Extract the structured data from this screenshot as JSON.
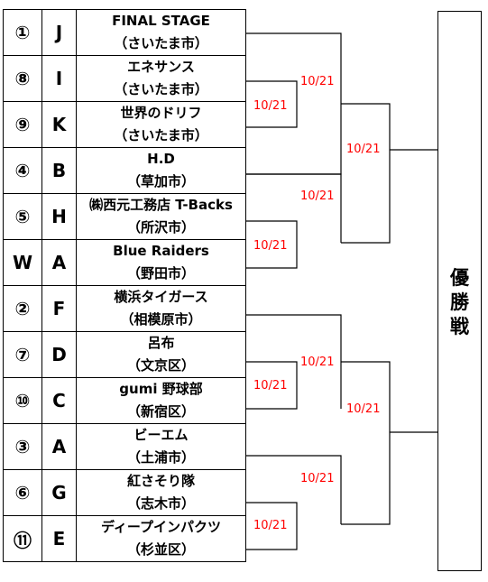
{
  "teams": [
    {
      "seed": "①",
      "letter": "J",
      "name": "FINAL STAGE",
      "city": "（さいたま市）"
    },
    {
      "seed": "⑧",
      "letter": "I",
      "name": "エネサンス",
      "city": "（さいたま市）"
    },
    {
      "seed": "⑨",
      "letter": "K",
      "name": "世界のドリフ",
      "city": "（さいたま市）"
    },
    {
      "seed": "④",
      "letter": "B",
      "name": "H.D",
      "city": "（草加市）"
    },
    {
      "seed": "⑤",
      "letter": "H",
      "name": "㈱西元工務店 T-Backs",
      "city": "（所沢市）"
    },
    {
      "seed": "W",
      "letter": "A",
      "name": "Blue Raiders",
      "city": "（野田市）"
    },
    {
      "seed": "②",
      "letter": "F",
      "name": "横浜タイガース",
      "city": "（相模原市）"
    },
    {
      "seed": "⑦",
      "letter": "D",
      "name": "呂布",
      "city": "（文京区）"
    },
    {
      "seed": "⑩",
      "letter": "C",
      "name": "gumi 野球部",
      "city": "（新宿区）"
    },
    {
      "seed": "③",
      "letter": "A",
      "name": "ビーエム",
      "city": "（土浦市）"
    },
    {
      "seed": "⑥",
      "letter": "G",
      "name": "紅さそり隊",
      "city": "（志木市）"
    },
    {
      "seed": "⑪",
      "letter": "E",
      "name": "ディープインパクツ",
      "city": "（杉並区）"
    }
  ],
  "dates": [
    "10/21",
    "10/21",
    "10/21",
    "10/21",
    "10/21",
    "10/21",
    "10/21",
    "10/21",
    "10/21",
    "10/21"
  ],
  "final": {
    "label_lines": [
      "優",
      "勝",
      "戦"
    ]
  },
  "colors": {
    "date_text": "#ff0000",
    "lines": "#000000"
  }
}
